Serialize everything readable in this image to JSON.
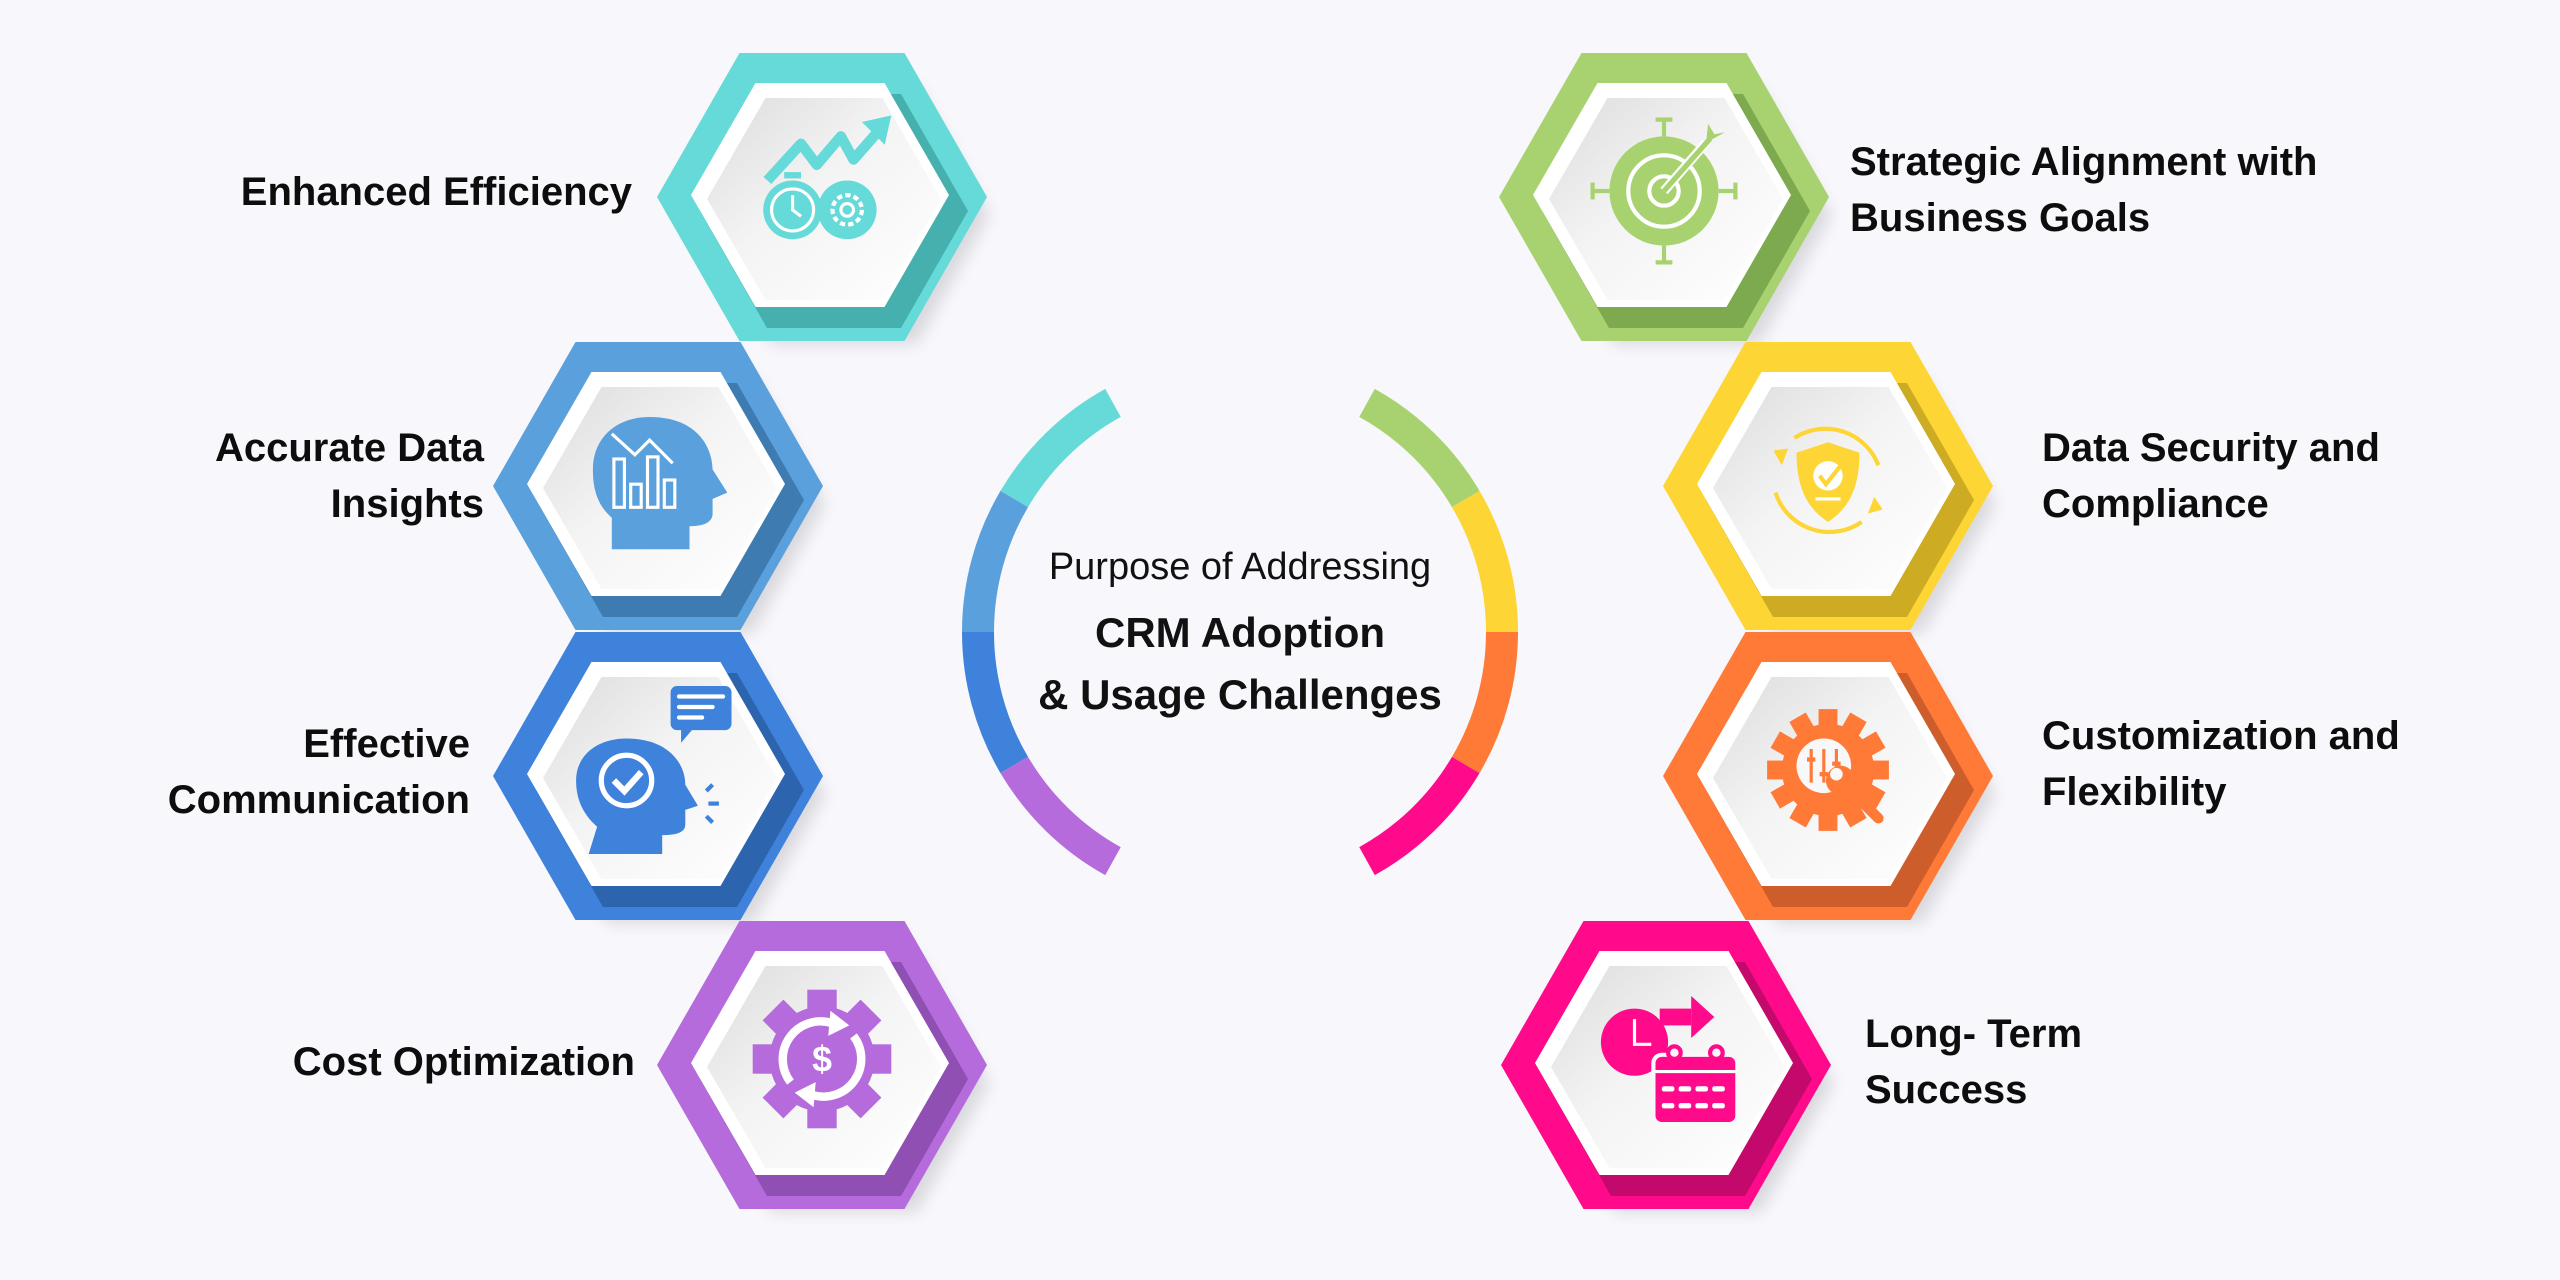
{
  "center": {
    "subtitle": "Purpose of Addressing",
    "title_line1": "CRM Adoption",
    "title_line2": "& Usage Challenges"
  },
  "items": [
    {
      "id": "enhanced-efficiency",
      "lines": [
        "Enhanced Efficiency"
      ],
      "color": "#66dad8",
      "shade": "#3fa8a6",
      "icon": "stopwatch-gear-growth-icon",
      "side": "left"
    },
    {
      "id": "accurate-data-insights",
      "lines": [
        "Accurate Data",
        "Insights"
      ],
      "color": "#5aa0dc",
      "shade": "#3a74a8",
      "icon": "head-bar-chart-icon",
      "side": "left"
    },
    {
      "id": "effective-communication",
      "lines": [
        "Effective",
        "Communication"
      ],
      "color": "#3e82dc",
      "shade": "#2a5fa6",
      "icon": "head-speech-bubble-icon",
      "side": "left"
    },
    {
      "id": "cost-optimization",
      "lines": [
        "Cost Optimization"
      ],
      "color": "#b56bdb",
      "shade": "#8a4aaa",
      "icon": "gear-dollar-cycle-icon",
      "side": "left"
    },
    {
      "id": "strategic-alignment",
      "lines": [
        "Strategic Alignment with",
        "Business Goals"
      ],
      "color": "#a8d26f",
      "shade": "#76a24a",
      "icon": "target-arrow-icon",
      "side": "right"
    },
    {
      "id": "data-security",
      "lines": [
        "Data Security and",
        "Compliance"
      ],
      "color": "#fdd535",
      "shade": "#c4a421",
      "icon": "shield-check-cycle-icon",
      "side": "right"
    },
    {
      "id": "customization-flexibility",
      "lines": [
        "Customization and",
        "Flexibility"
      ],
      "color": "#ff7a37",
      "shade": "#c4592a",
      "icon": "gear-wrench-sliders-icon",
      "side": "right"
    },
    {
      "id": "long-term-success",
      "lines": [
        "Long- Term",
        "Success"
      ],
      "color": "#ff0a8a",
      "shade": "#b80a66",
      "icon": "clock-calendar-arrow-icon",
      "side": "right"
    }
  ],
  "arcs": {
    "left": [
      "#66dad8",
      "#5aa0dc",
      "#3e82dc",
      "#b56bdb"
    ],
    "right": [
      "#a8d26f",
      "#fdd535",
      "#ff7a37",
      "#ff0a8a"
    ]
  }
}
